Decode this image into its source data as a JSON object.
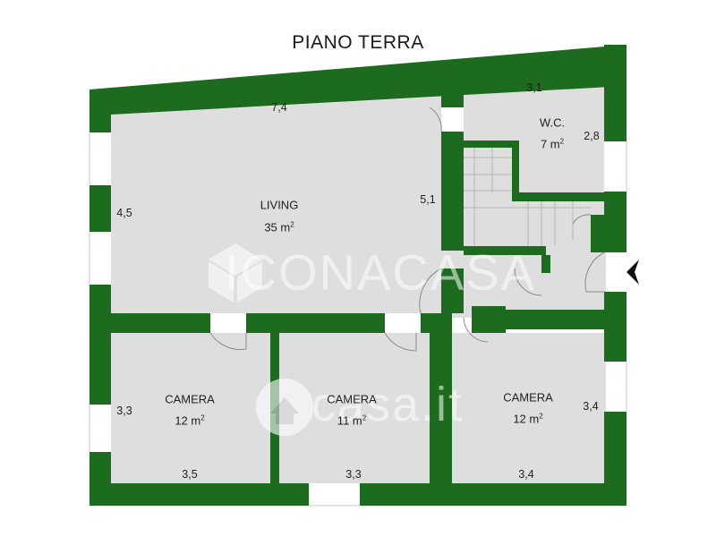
{
  "floor": {
    "title": "PIANO TERRA"
  },
  "colors": {
    "wall": "#1d6b1f",
    "floor": "#dedede",
    "door": "#8a8a8a"
  },
  "rooms": [
    {
      "id": "living",
      "name": "LIVING",
      "area": "35 m",
      "sup": "2"
    },
    {
      "id": "wc",
      "name": "W.C.",
      "area": "7 m",
      "sup": "2"
    },
    {
      "id": "camera1",
      "name": "CAMERA",
      "area": "12 m",
      "sup": "2"
    },
    {
      "id": "camera2",
      "name": "CAMERA",
      "area": "11 m",
      "sup": "2"
    },
    {
      "id": "camera3",
      "name": "CAMERA",
      "area": "12 m",
      "sup": "2"
    }
  ],
  "dimensions": {
    "living_width": "7,4",
    "living_height": "4,5",
    "living_side": "5,1",
    "wc_width": "3,1",
    "wc_height": "2,8",
    "camera1_height": "3,3",
    "camera1_width": "3,5",
    "camera2_width": "3,3",
    "camera3_height": "3,4",
    "camera3_width": "3,4"
  },
  "entrance": {
    "icon": "entrance-arrow-icon"
  },
  "watermarks": {
    "brand1": "ICONACASA",
    "brand2": "casa.it"
  }
}
